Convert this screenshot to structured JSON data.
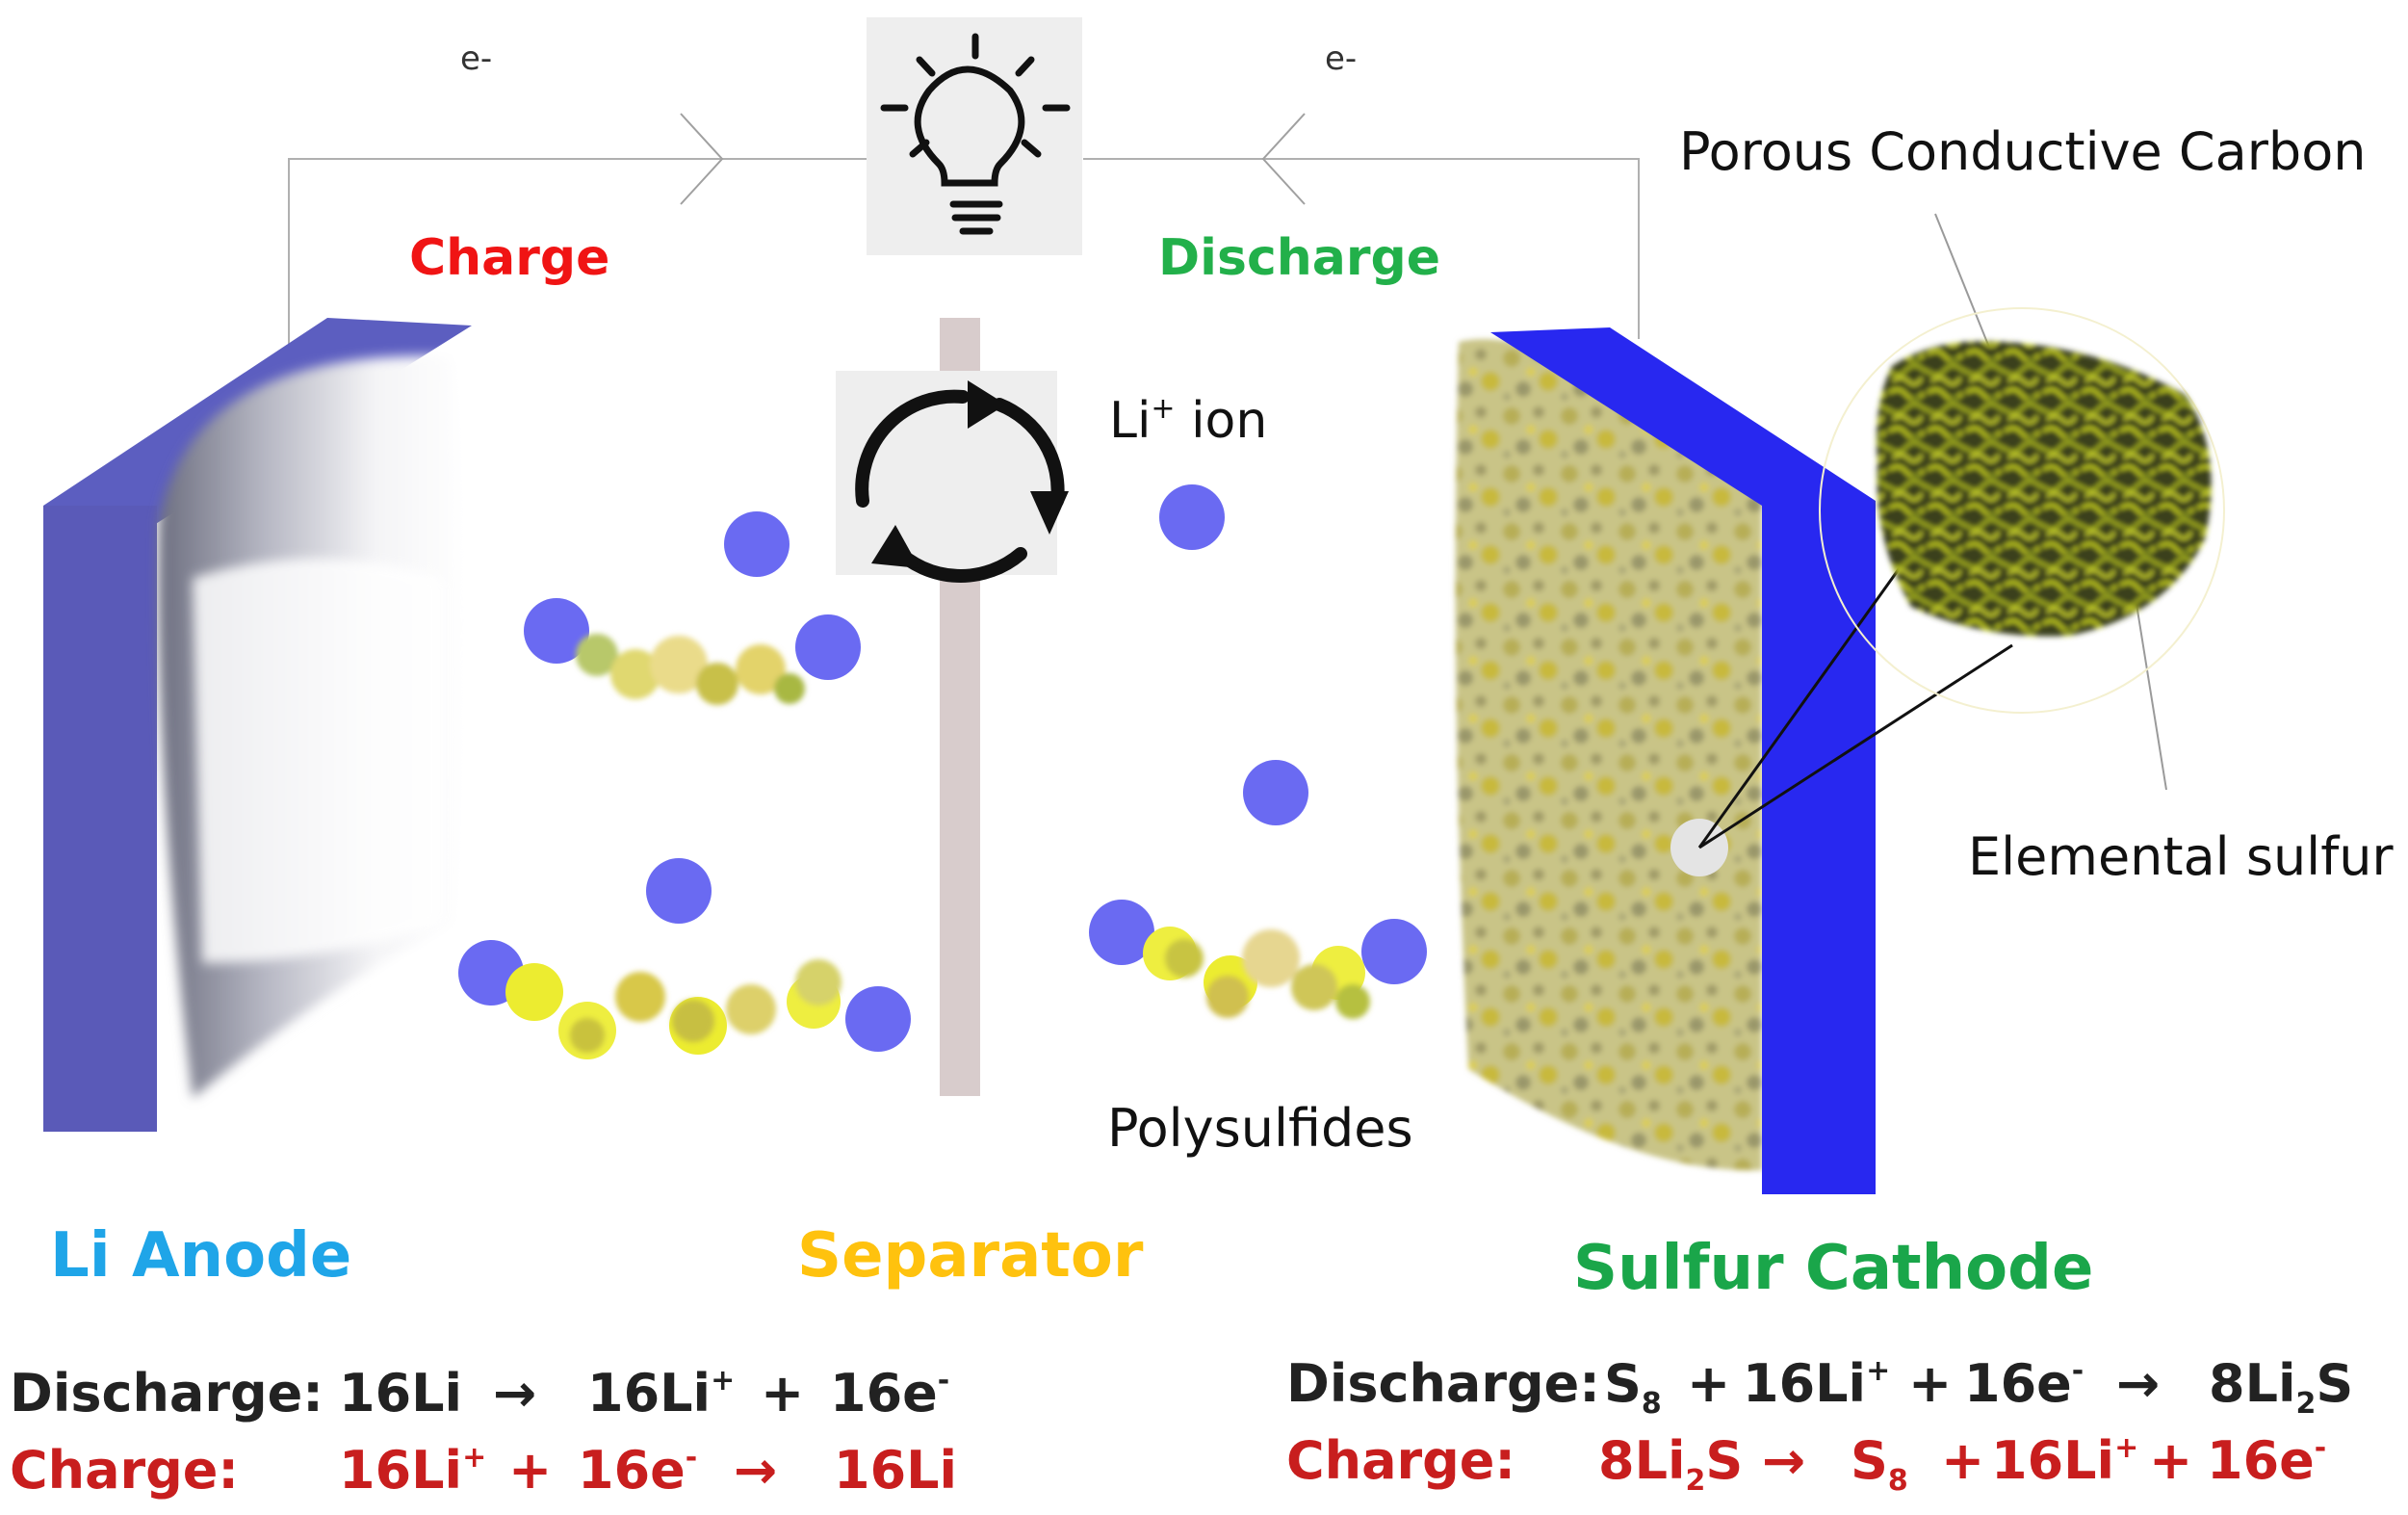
{
  "circuit": {
    "electron_left": "e-",
    "electron_right": "e-",
    "charge_label": "Charge",
    "discharge_label": "Discharge"
  },
  "labels": {
    "li_ion": "Li",
    "li_ion_sup": "+",
    "li_ion_suffix": " ion",
    "porous_carbon": "Porous Conductive Carbon",
    "elemental_sulfur": "Elemental sulfur",
    "polysulfides": "Polysulfides",
    "li_anode": "Li Anode",
    "separator": "Separator",
    "sulfur_cathode": "Sulfur Cathode"
  },
  "equations": {
    "anode_discharge": {
      "prefix": "Discharge:",
      "left": "16Li",
      "right_a": "16Li",
      "right_a_sup": "+",
      "plus": "+",
      "right_b": "16e",
      "right_b_sup": "-"
    },
    "anode_charge": {
      "prefix": "Charge:",
      "left_a": "16Li",
      "left_a_sup": "+",
      "plus": "+",
      "left_b": "16e",
      "left_b_sup": "-",
      "right": "16Li"
    },
    "cathode_discharge": {
      "prefix": "Discharge:",
      "s8": "S",
      "s8_sub": "8",
      "plus1": "+",
      "li": "16Li",
      "li_sup": "+",
      "plus2": "+",
      "e": "16e",
      "e_sup": "-",
      "product_a": "8Li",
      "product_sub": "2",
      "product_b": "S"
    },
    "cathode_charge": {
      "prefix": "Charge:",
      "reactant_a": "8Li",
      "reactant_sub": "2",
      "reactant_b": "S",
      "s8": "S",
      "s8_sub": "8",
      "plus1": "+",
      "li": "16Li",
      "li_sup": "+",
      "plus2": "+",
      "e": "16e",
      "e_sup": "-"
    }
  },
  "colors": {
    "charge_red": "#f01414",
    "discharge_green": "#22b04a",
    "anode_blue": "#1fa5e8",
    "separator_orange": "#ffc20e",
    "cathode_green": "#1aa64a",
    "equation_black": "#222222",
    "equation_red": "#c81e1e",
    "anode_plate": "#5a5ab8",
    "cathode_plate": "#2828f0",
    "li_ion_dot": "#6a6af2",
    "separator_bar": "#d8cccc"
  },
  "icons": [
    "light-bulb-icon",
    "cycle-arrows-icon",
    "right-arrow-icon",
    "left-arrow-icon"
  ]
}
